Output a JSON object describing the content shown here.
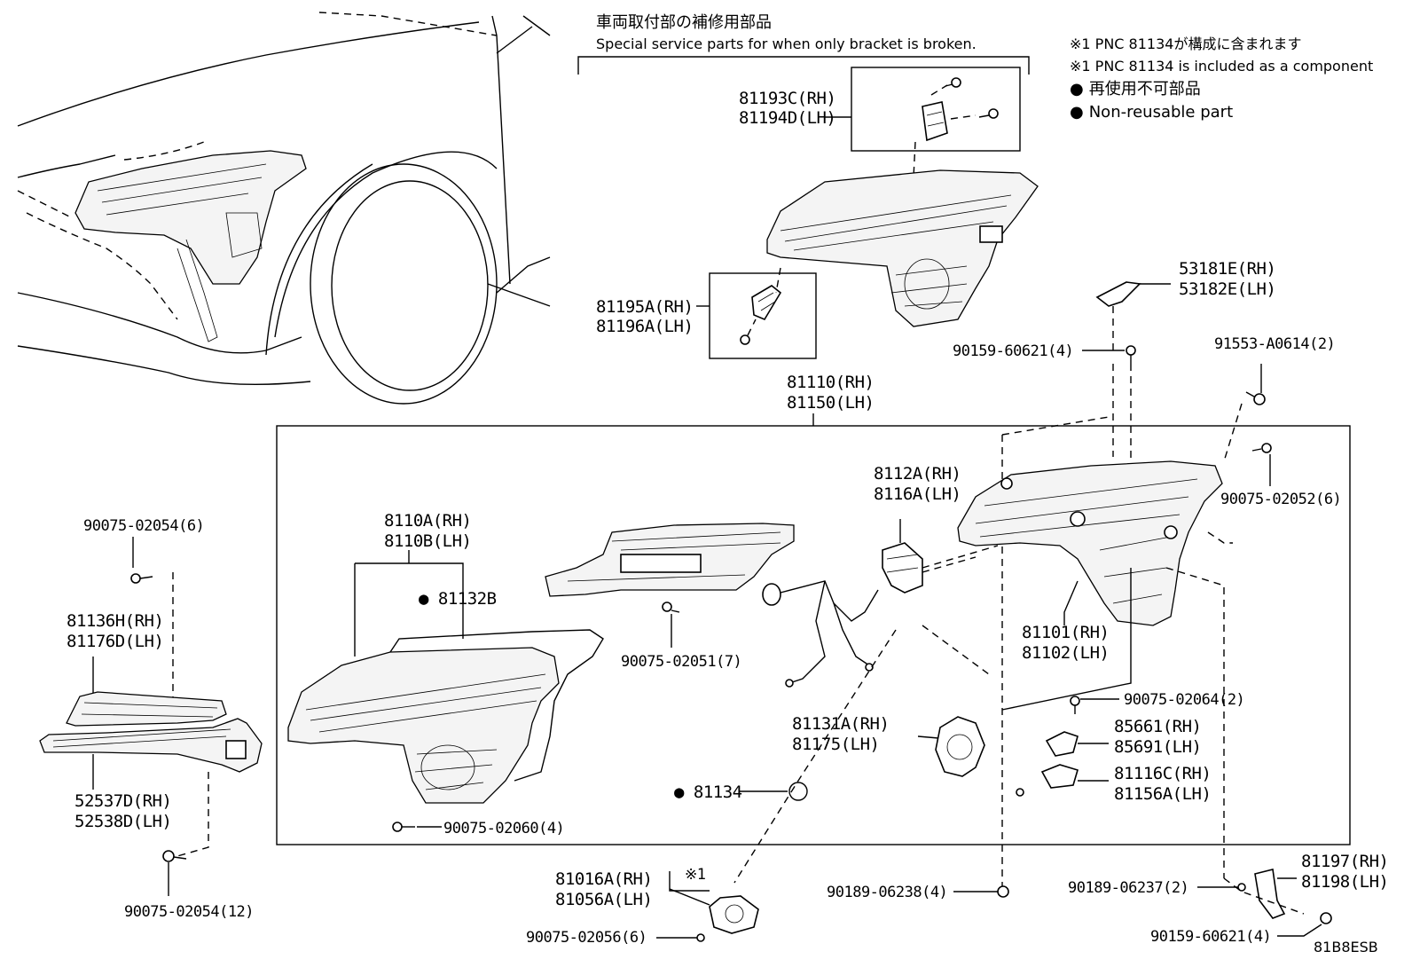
{
  "header": {
    "jp_title": "車両取付部の補修用部品",
    "en_title": "Special service parts for when only bracket is broken."
  },
  "legend": {
    "note1_jp": "※1 PNC 81134が構成に含まれます",
    "note1_en": "※1 PNC 81134 is included as a component",
    "nonreuse_jp": "再使用不可部品",
    "nonreuse_en": "Non-reusable part"
  },
  "labels": {
    "p81193c": "81193C(RH)",
    "p81194d": "81194D(LH)",
    "p81195a": "81195A(RH)",
    "p81196a": "81196A(LH)",
    "p53181e": "53181E(RH)",
    "p53182e": "53182E(LH)",
    "p90159a": "90159-60621(4)",
    "p91553": "91553-A0614(2)",
    "p81110": "81110(RH)",
    "p81150": "81150(LH)",
    "p90075_02052": "90075-02052(6)",
    "p90075_02054a": "90075-02054(6)",
    "p81136h": "81136H(RH)",
    "p81176d": "81176D(LH)",
    "p52537d": "52537D(RH)",
    "p52538d": "52538D(LH)",
    "p90075_02054b": "90075-02054(12)",
    "p8110a": "8110A(RH)",
    "p8110b": "8110B(LH)",
    "p81132b": "81132B",
    "p8112a": "8112A(RH)",
    "p8116a": "8116A(LH)",
    "p90075_02051": "90075-02051(7)",
    "p81101": "81101(RH)",
    "p81102": "81102(LH)",
    "p90075_02064": "90075-02064(2)",
    "p85661": "85661(RH)",
    "p85691": "85691(LH)",
    "p81116c": "81116C(RH)",
    "p81156a": "81156A(LH)",
    "p81131a": "81131A(RH)",
    "p81175": "81175(LH)",
    "p81134": "81134",
    "p90075_02060": "90075-02060(4)",
    "p81016a": "81016A(RH)",
    "p81056a": "81056A(LH)",
    "p_ref1": "※1",
    "p90075_02056": "90075-02056(6)",
    "p90189_06238": "90189-06238(4)",
    "p90189_06237": "90189-06237(2)",
    "p81197": "81197(RH)",
    "p81198": "81198(LH)",
    "p90159b": "90159-60621(4)",
    "diagram_code": "81B8ESB"
  }
}
